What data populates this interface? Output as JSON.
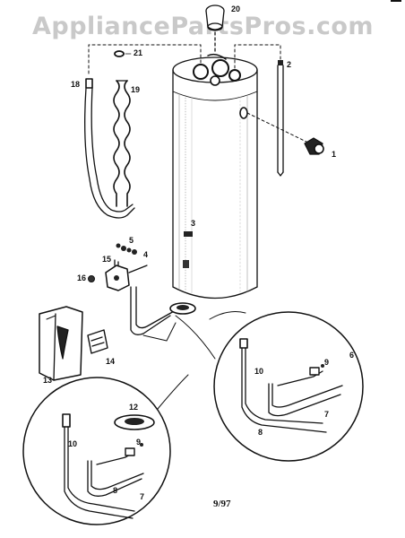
{
  "watermark": "AppliancePartsPros.com",
  "date_code": "9/97",
  "callouts": [
    {
      "id": "20",
      "text": "20"
    },
    {
      "id": "21",
      "text": "21"
    },
    {
      "id": "2",
      "text": "2"
    },
    {
      "id": "18",
      "text": "18"
    },
    {
      "id": "19",
      "text": "19"
    },
    {
      "id": "1",
      "text": "1"
    },
    {
      "id": "3",
      "text": "3"
    },
    {
      "id": "5",
      "text": "5"
    },
    {
      "id": "4",
      "text": "4"
    },
    {
      "id": "15",
      "text": "15"
    },
    {
      "id": "16",
      "text": "16"
    },
    {
      "id": "13",
      "text": "13"
    },
    {
      "id": "14",
      "text": "14"
    },
    {
      "id": "9a",
      "text": "9"
    },
    {
      "id": "6",
      "text": "6"
    },
    {
      "id": "10a",
      "text": "10"
    },
    {
      "id": "7a",
      "text": "7"
    },
    {
      "id": "8a",
      "text": "8"
    },
    {
      "id": "12",
      "text": "12"
    },
    {
      "id": "9b",
      "text": "9"
    },
    {
      "id": "10b",
      "text": "10"
    },
    {
      "id": "8b",
      "text": "8"
    },
    {
      "id": "7b",
      "text": "7"
    }
  ]
}
